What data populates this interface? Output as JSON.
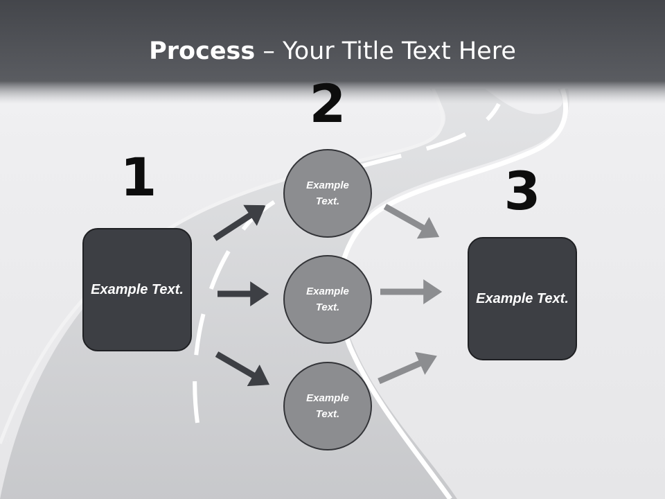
{
  "slide": {
    "title_bold": "Process",
    "title_rest": " – Your Title Text Here"
  },
  "stages": [
    {
      "number": "1"
    },
    {
      "number": "2"
    },
    {
      "number": "3"
    }
  ],
  "boxes": {
    "start": "Example Text.",
    "end": "Example Text."
  },
  "circles": [
    "Example Text.",
    "Example Text.",
    "Example Text."
  ],
  "colors": {
    "header_dark": "#4a4c52",
    "box_fill": "#3d3f44",
    "circle_fill": "#8c8d90",
    "arrow_dark": "#3d3f44",
    "arrow_light": "#8c8d90",
    "road": "#c9cacc"
  }
}
